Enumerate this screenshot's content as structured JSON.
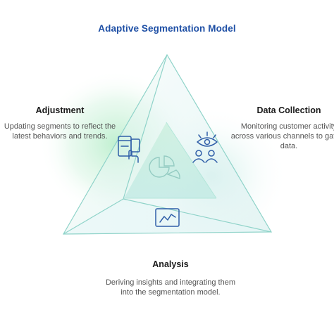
{
  "title": "Adaptive Segmentation Model",
  "stages": {
    "adjustment": {
      "heading": "Adjustment",
      "description": "Updating segments to reflect the latest behaviors and trends.",
      "icon": "devices-icon"
    },
    "data_collection": {
      "heading": "Data Collection",
      "description": "Monitoring customer activity across various channels to gather data.",
      "icon": "eye-users-icon"
    },
    "analysis": {
      "heading": "Analysis",
      "description": "Deriving insights and integrating them into the segmentation model.",
      "icon": "line-chart-icon"
    },
    "center": {
      "icon": "pie-segments-icon"
    }
  },
  "colors": {
    "title": "#1e4fa5",
    "accent_teal": "#3aa99a",
    "icon_blue": "#2f5ea8",
    "glow_green": "#c8f0d8"
  }
}
